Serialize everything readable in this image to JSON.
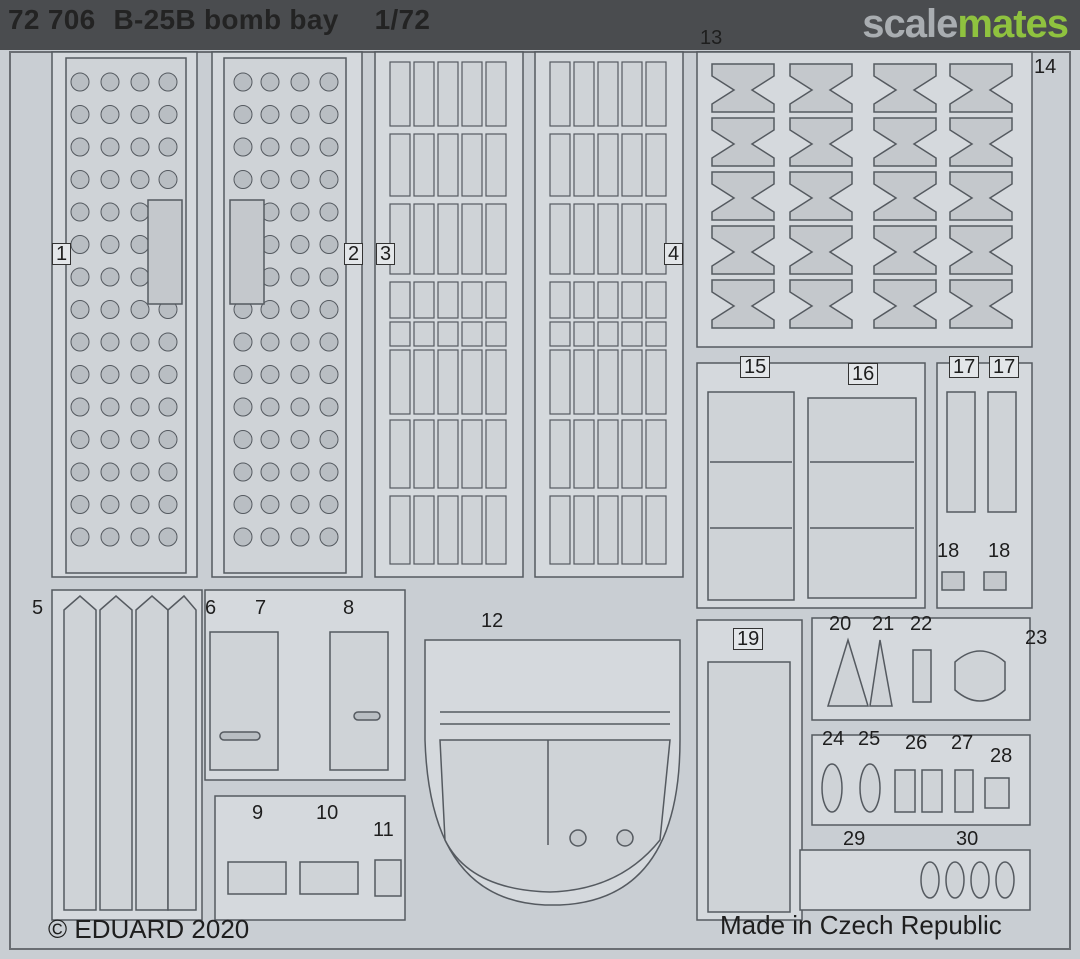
{
  "header": {
    "code": "72 706",
    "title": "B-25B bomb bay",
    "scale": "1/72"
  },
  "logo": {
    "part1": "scale",
    "part2": "mates"
  },
  "part_numbers": [
    "1",
    "2",
    "3",
    "4",
    "5",
    "6",
    "7",
    "8",
    "9",
    "10",
    "11",
    "12",
    "13",
    "14",
    "15",
    "16",
    "17",
    "17",
    "18",
    "18",
    "19",
    "20",
    "21",
    "22",
    "23",
    "24",
    "25",
    "26",
    "27",
    "28",
    "29",
    "30"
  ],
  "footer": {
    "copyright": "© EDUARD 2020",
    "origin": "Made in Czech Republic"
  },
  "colors": {
    "fret_metal": "#c9ced3",
    "part_metal": "#d5d9dd",
    "etch_line": "#555a60",
    "header_bar": "#3a3c3f",
    "logo_grey": "#a9adb1",
    "logo_green": "#8fc23f"
  }
}
